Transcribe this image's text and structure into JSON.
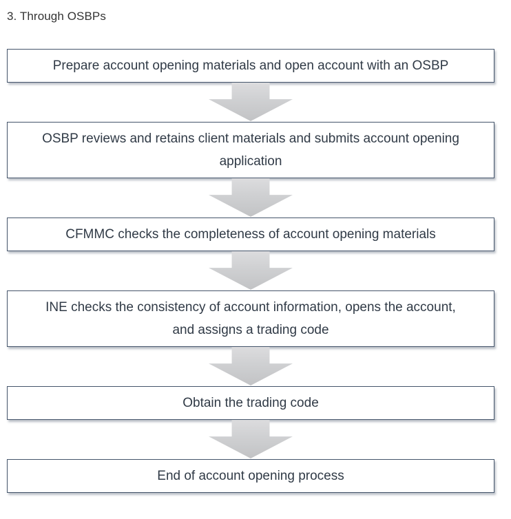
{
  "page": {
    "title": "3. Through OSBPs"
  },
  "colors": {
    "background": "#ffffff",
    "border": "#44546a",
    "text": "#303a46",
    "title_text": "#333333",
    "arrow_top": "#dcdcde",
    "arrow_bottom": "#c2c3c5"
  },
  "flow": {
    "connector": "down-arrow",
    "steps": [
      {
        "label": "Prepare account opening materials and open account with an OSBP"
      },
      {
        "label": "OSBP reviews and retains client materials and submits account opening\napplication"
      },
      {
        "label": "CFMMC checks the completeness of account opening materials"
      },
      {
        "label": "INE checks the consistency of account information, opens the account,\nand assigns a trading code"
      },
      {
        "label": "Obtain the trading code"
      },
      {
        "label": "End of account opening process"
      }
    ]
  }
}
